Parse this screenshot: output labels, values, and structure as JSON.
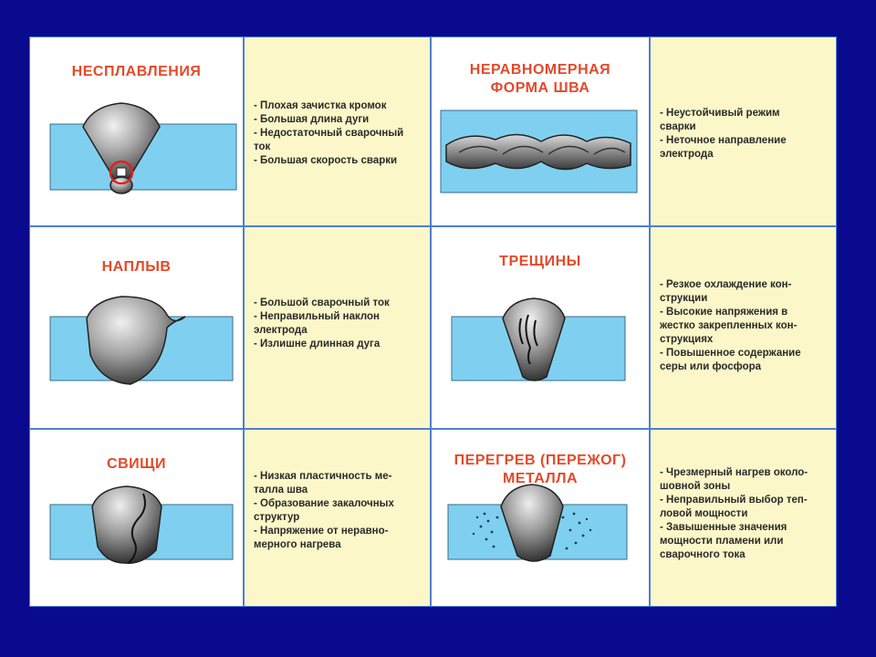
{
  "defects": [
    {
      "title_lines": [
        "НЕСПЛАВЛЕНИЯ"
      ],
      "causes": [
        "- Плохая зачистка кромок",
        "- Большая длина дуги",
        "- Недостаточный сварочный",
        "  ток",
        "- Большая скорость сварки"
      ]
    },
    {
      "title_lines": [
        "НЕРАВНОМЕРНАЯ",
        "ФОРМА ШВА"
      ],
      "causes": [
        "- Неустойчивый режим",
        "  сварки",
        "- Неточное направление",
        "  электрода"
      ]
    },
    {
      "title_lines": [
        "НАПЛЫВ"
      ],
      "causes": [
        "- Большой сварочный ток",
        "- Неправильный наклон",
        "  электрода",
        "- Излишне длинная дуга"
      ]
    },
    {
      "title_lines": [
        "ТРЕЩИНЫ"
      ],
      "causes": [
        "- Резкое охлаждение кон-",
        "  струкции",
        "- Высокие напряжения в",
        "  жестко закрепленных кон-",
        "  струкциях",
        "- Повышенное содержание",
        "  серы или фосфора"
      ]
    },
    {
      "title_lines": [
        "СВИЩИ"
      ],
      "causes": [
        "- Низкая пластичность ме-",
        "  талла шва",
        "- Образование закалочных",
        "  структур",
        "- Напряжение от неравно-",
        "  мерного нагрева"
      ]
    },
    {
      "title_lines": [
        "ПЕРЕГРЕВ (ПЕРЕЖОГ)",
        "МЕТАЛЛА"
      ],
      "causes": [
        "- Чрезмерный нагрев около-",
        "  шовной зоны",
        "- Неправильный выбор теп-",
        "  ловой мощности",
        "- Завышенные значения",
        "  мощности пламени или",
        "  сварочного тока"
      ]
    }
  ],
  "colors": {
    "background": "#0a0a8e",
    "plate": "#7fd0f0",
    "title": "#e24a2a",
    "text_cell": "#fbf7c8",
    "weld": "#8e8e8e"
  }
}
